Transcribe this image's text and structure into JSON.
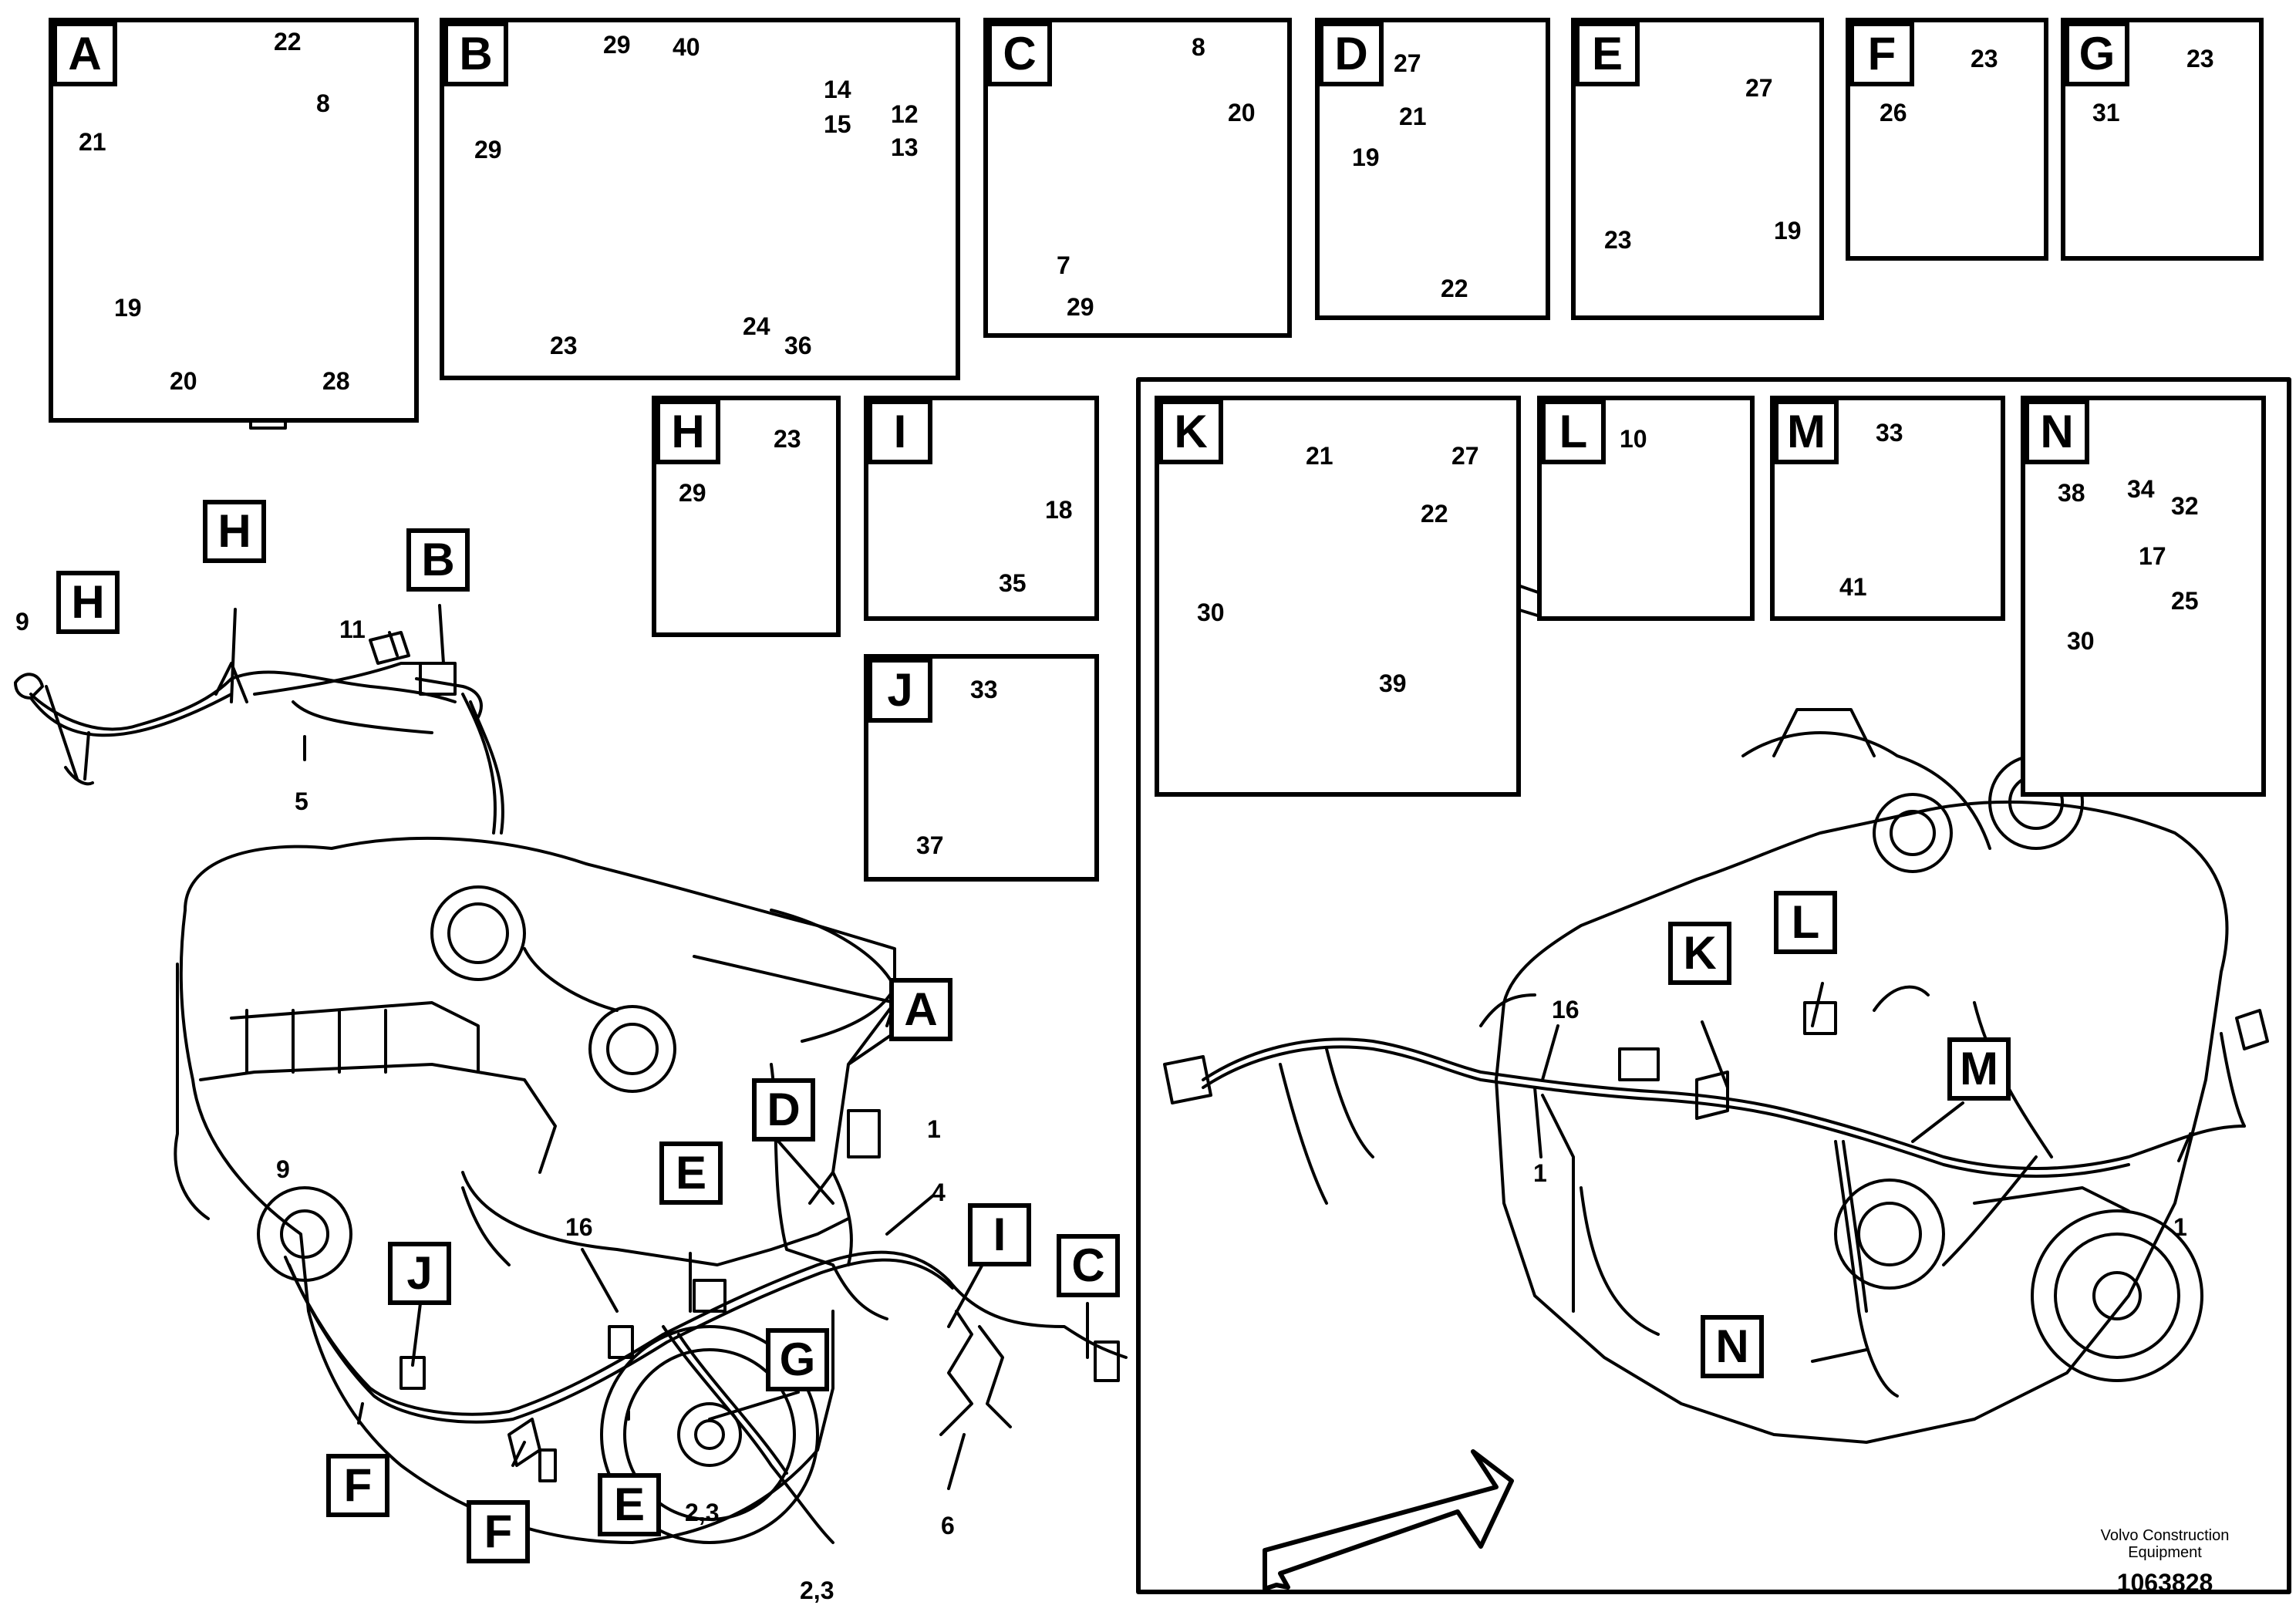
{
  "insets": {
    "A": {
      "letter": "A",
      "callouts": {
        "n22": "22",
        "n21": "21",
        "n8": "8",
        "n19": "19",
        "n20": "20",
        "n28": "28"
      }
    },
    "B": {
      "letter": "B",
      "callouts": {
        "n29a": "29",
        "n40": "40",
        "n29b": "29",
        "n14": "14",
        "n15": "15",
        "n12": "12",
        "n13": "13",
        "n23": "23",
        "n24": "24",
        "n36": "36"
      }
    },
    "C": {
      "letter": "C",
      "callouts": {
        "n8": "8",
        "n20": "20",
        "n7": "7",
        "n29": "29"
      }
    },
    "D": {
      "letter": "D",
      "callouts": {
        "n27": "27",
        "n21": "21",
        "n19": "19",
        "n22": "22"
      }
    },
    "E": {
      "letter": "E",
      "callouts": {
        "n27": "27",
        "n23": "23",
        "n19": "19"
      }
    },
    "F": {
      "letter": "F",
      "callouts": {
        "n23": "23",
        "n26": "26"
      }
    },
    "G": {
      "letter": "G",
      "callouts": {
        "n23": "23",
        "n31": "31"
      }
    },
    "H": {
      "letter": "H",
      "callouts": {
        "n23": "23",
        "n29": "29"
      }
    },
    "I": {
      "letter": "I",
      "callouts": {
        "n18": "18",
        "n35": "35"
      }
    },
    "J": {
      "letter": "J",
      "callouts": {
        "n33": "33",
        "n37": "37"
      }
    },
    "K": {
      "letter": "K",
      "callouts": {
        "n21": "21",
        "n27": "27",
        "n22": "22",
        "n30": "30",
        "n39": "39"
      }
    },
    "L": {
      "letter": "L",
      "callouts": {
        "n10": "10"
      }
    },
    "M": {
      "letter": "M",
      "callouts": {
        "n33": "33",
        "n41": "41"
      }
    },
    "N": {
      "letter": "N",
      "callouts": {
        "n38": "38",
        "n34": "34",
        "n32": "32",
        "n17": "17",
        "n25": "25",
        "n30": "30"
      }
    }
  },
  "left_view": {
    "tags": {
      "H1": "H",
      "H2": "H",
      "B": "B",
      "A": "A",
      "D": "D",
      "E1": "E",
      "I": "I",
      "C": "C",
      "J": "J",
      "G": "G",
      "F1": "F",
      "F2": "F",
      "E2": "E"
    },
    "callouts": {
      "n9a": "9",
      "n11": "11",
      "n5": "5",
      "n9b": "9",
      "n16": "16",
      "n1": "1",
      "n4": "4",
      "n6": "6",
      "n23a": "2,3",
      "n23b": "2,3"
    }
  },
  "right_view": {
    "tags": {
      "K": "K",
      "L": "L",
      "M": "M",
      "N": "N"
    },
    "callouts": {
      "n16": "16",
      "n1a": "1",
      "n1b": "1"
    }
  },
  "credit": {
    "line1": "Volvo Construction",
    "line2": "Equipment",
    "doc_number": "1063828"
  }
}
